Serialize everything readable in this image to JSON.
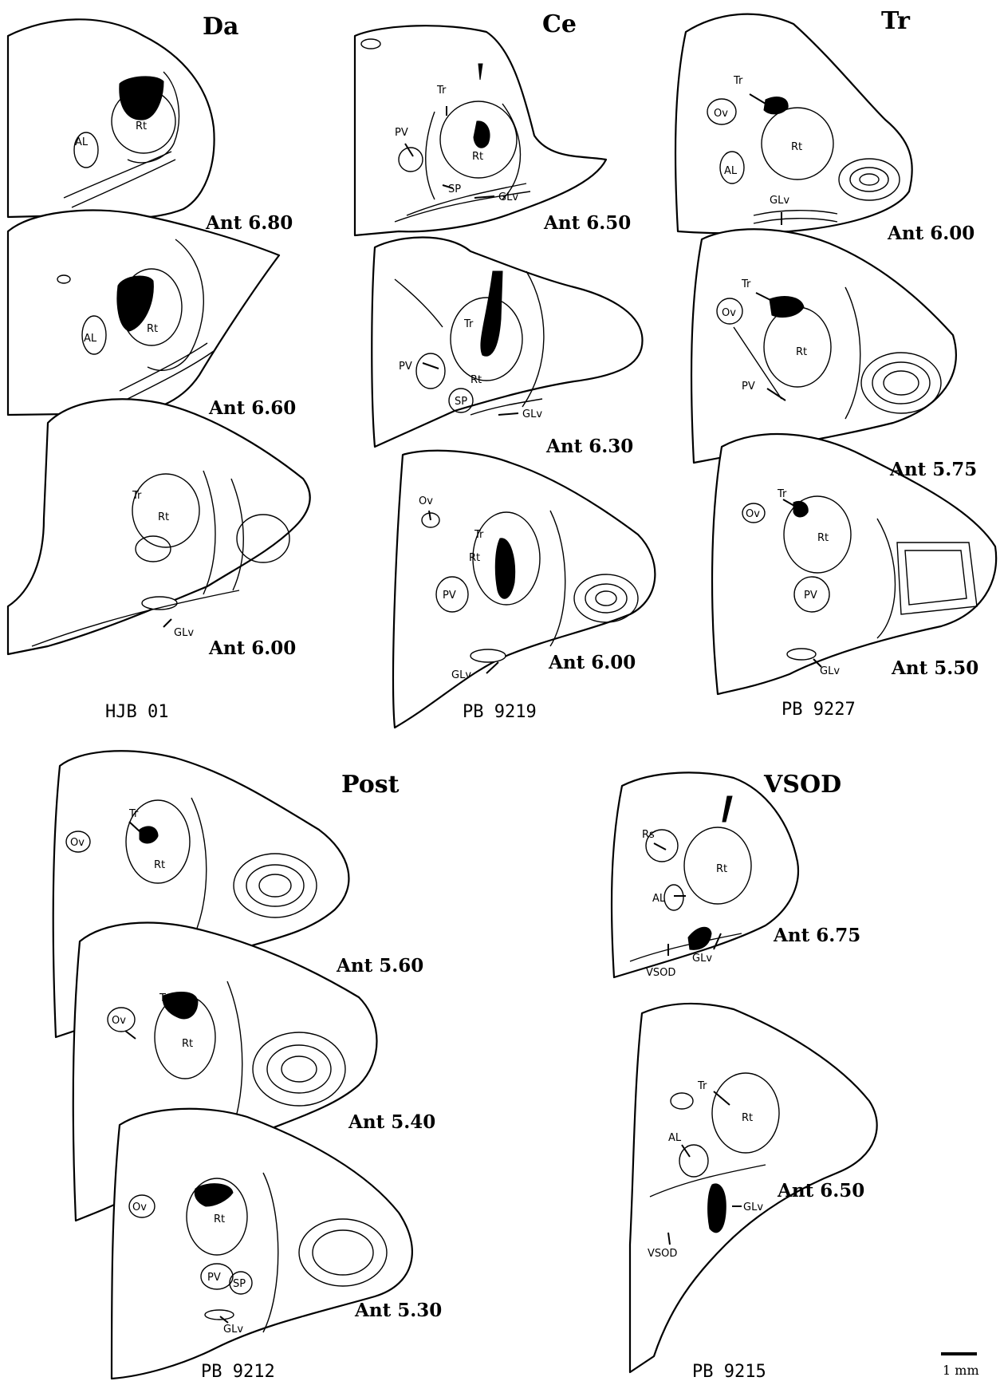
{
  "headings": {
    "da": "Da",
    "ce": "Ce",
    "tr": "Tr",
    "post": "Post",
    "vsod": "VSOD"
  },
  "levels": {
    "da": [
      "Ant 6.80",
      "Ant 6.60",
      "Ant 6.00"
    ],
    "ce": [
      "Ant 6.50",
      "Ant 6.30",
      "Ant 6.00"
    ],
    "tr": [
      "Ant 6.00",
      "Ant 5.75",
      "Ant 5.50"
    ],
    "post": [
      "Ant 5.60",
      "Ant 5.40",
      "Ant 5.30"
    ],
    "vsod": [
      "Ant 6.75",
      "Ant 6.50"
    ]
  },
  "cases": {
    "da": "HJB 01",
    "ce": "PB 9219",
    "tr": "PB 9227",
    "post": "PB 9212",
    "vsod": "PB 9215"
  },
  "regions": {
    "rt": "Rt",
    "al": "AL",
    "tr": "Tr",
    "pv": "PV",
    "sp": "SP",
    "glv": "GLv",
    "ov": "Ov",
    "rs": "Rs",
    "vsod": "VSOD"
  },
  "scale_bar": "1 mm"
}
